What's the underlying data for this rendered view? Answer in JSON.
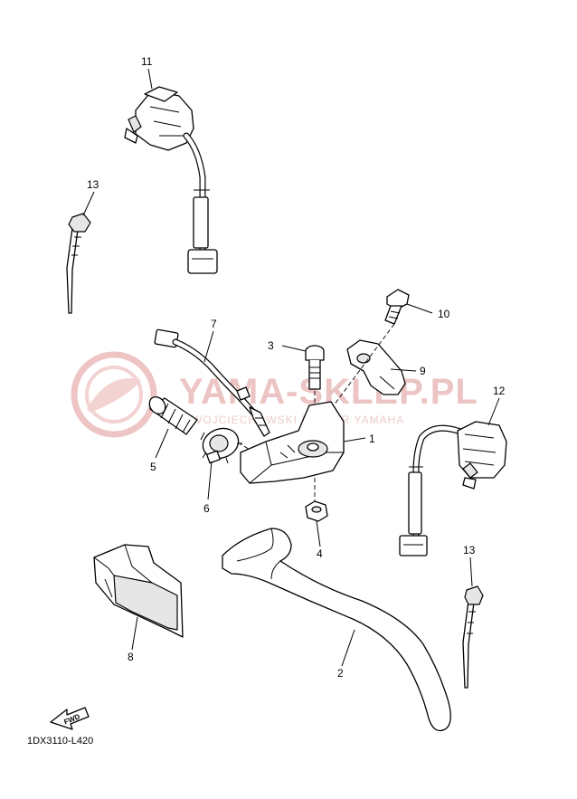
{
  "watermark": {
    "text": "YAMA-SKLEP.PL",
    "subtext": "WOJCIECHOWSKI DEALER YAMAHA",
    "color": "#e8b8b8"
  },
  "diagram_code": "1DX3110-L420",
  "fwd_label": "FWD",
  "callouts": [
    {
      "id": "11",
      "part": "handlebar-switch-left"
    },
    {
      "id": "13",
      "part": "cable-tie"
    },
    {
      "id": "10",
      "part": "bolt"
    },
    {
      "id": "7",
      "part": "clutch-switch"
    },
    {
      "id": "3",
      "part": "pivot-bolt"
    },
    {
      "id": "9",
      "part": "holder"
    },
    {
      "id": "12",
      "part": "handlebar-switch-right"
    },
    {
      "id": "1",
      "part": "lever-holder"
    },
    {
      "id": "5",
      "part": "adjuster"
    },
    {
      "id": "6",
      "part": "adjuster-nut"
    },
    {
      "id": "4",
      "part": "nut"
    },
    {
      "id": "8",
      "part": "lever-guard"
    },
    {
      "id": "2",
      "part": "lever"
    },
    {
      "id": "13",
      "part": "cable-tie"
    }
  ]
}
